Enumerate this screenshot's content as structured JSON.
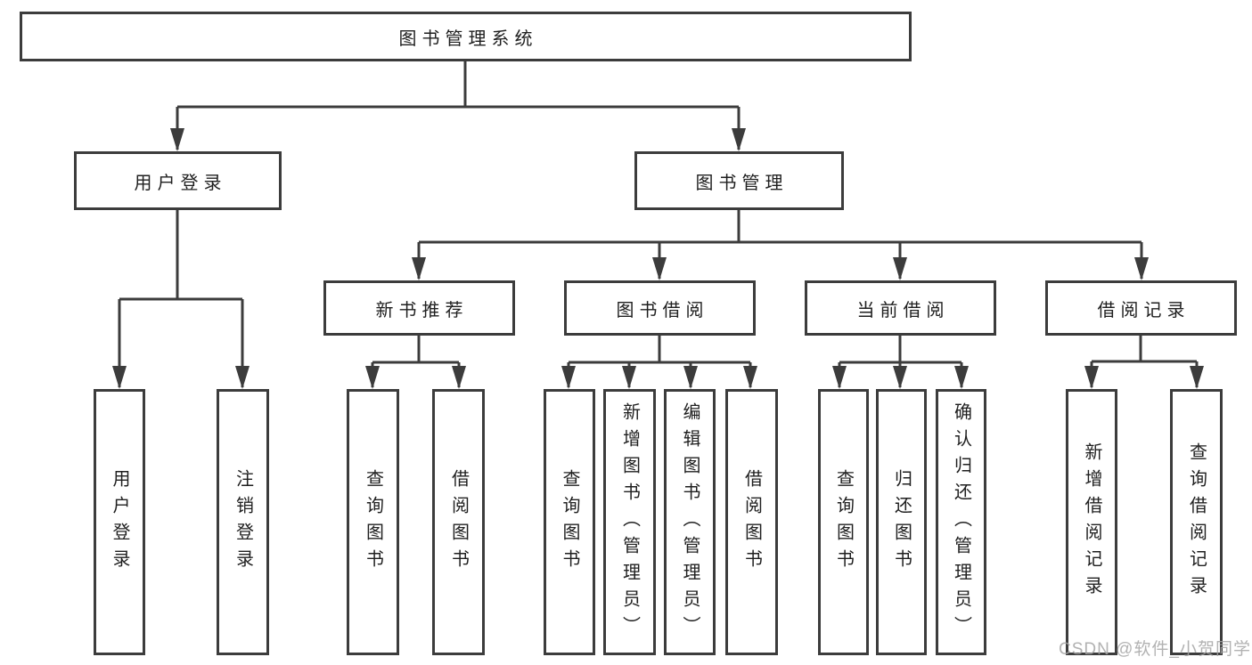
{
  "diagram": {
    "root": {
      "label": "图书管理系统"
    },
    "branches": [
      {
        "label": "用户登录",
        "children": [
          {
            "label": "用户登录"
          },
          {
            "label": "注销登录"
          }
        ]
      },
      {
        "label": "图书管理",
        "children": [
          {
            "label": "新书推荐",
            "children": [
              {
                "label": "查询图书"
              },
              {
                "label": "借阅图书"
              }
            ]
          },
          {
            "label": "图书借阅",
            "children": [
              {
                "label": "查询图书"
              },
              {
                "label": "新增图书（管理员）"
              },
              {
                "label": "编辑图书（管理员）"
              },
              {
                "label": "借阅图书"
              }
            ]
          },
          {
            "label": "当前借阅",
            "children": [
              {
                "label": "查询图书"
              },
              {
                "label": "归还图书"
              },
              {
                "label": "确认归还（管理员）"
              }
            ]
          },
          {
            "label": "借阅记录",
            "children": [
              {
                "label": "新增借阅记录"
              },
              {
                "label": "查询借阅记录"
              }
            ]
          }
        ]
      }
    ]
  },
  "watermark": {
    "text": "CSDN @软件_小贺同学"
  },
  "colors": {
    "line": "#3c3c3c",
    "box_border": "#3c3c3c",
    "text": "#1f1f1f",
    "watermark": "#a5a5a5",
    "background": "#ffffff"
  }
}
